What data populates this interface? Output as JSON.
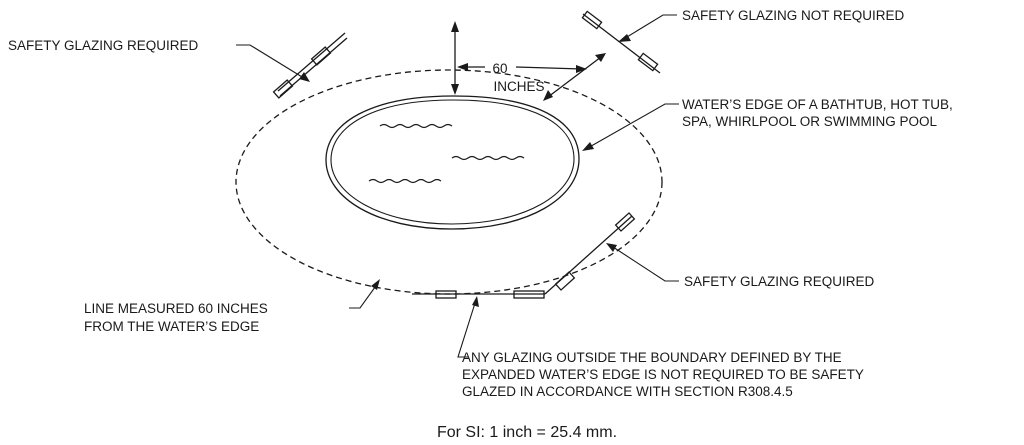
{
  "dimension": {
    "value": "60",
    "unit": "INCHES"
  },
  "labels": {
    "required_top_left": "SAFETY GLAZING REQUIRED",
    "not_required": "SAFETY GLAZING NOT REQUIRED",
    "waters_edge": [
      "WATER’S EDGE OF A BATHTUB, HOT TUB,",
      "SPA, WHIRLPOOL OR SWIMMING POOL"
    ],
    "required_right": "SAFETY GLAZING REQUIRED",
    "measured_line": [
      "LINE MEASURED 60 INCHES",
      "FROM THE WATER’S EDGE"
    ],
    "outside_boundary": [
      "ANY GLAZING OUTSIDE THE BOUNDARY DEFINED BY THE",
      "EXPANDED WATER’S EDGE IS NOT REQUIRED TO BE SAFETY",
      "GLAZED IN ACCORDANCE WITH SECTION R308.4.5"
    ]
  },
  "footnote": "For SI:  1 inch = 25.4 mm."
}
